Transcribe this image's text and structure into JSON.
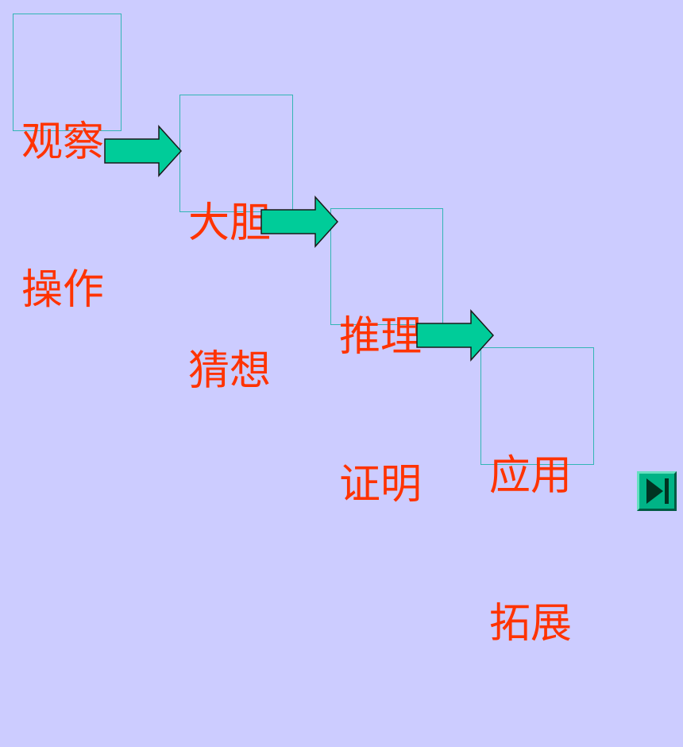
{
  "steps": [
    {
      "line1": "观察",
      "line2": "操作"
    },
    {
      "line1": "大胆",
      "line2": "猜想"
    },
    {
      "line1": "推理",
      "line2": "证明"
    },
    {
      "line1": "应用",
      "line2": "拓展"
    }
  ],
  "colors": {
    "background": "#ccccff",
    "text": "#ff3300",
    "box_border": "#33b5b5",
    "arrow_fill": "#00cc99",
    "nav_button": "#00b386"
  },
  "icons": {
    "arrow": "right-arrow-icon",
    "nav": "next-end-icon"
  }
}
